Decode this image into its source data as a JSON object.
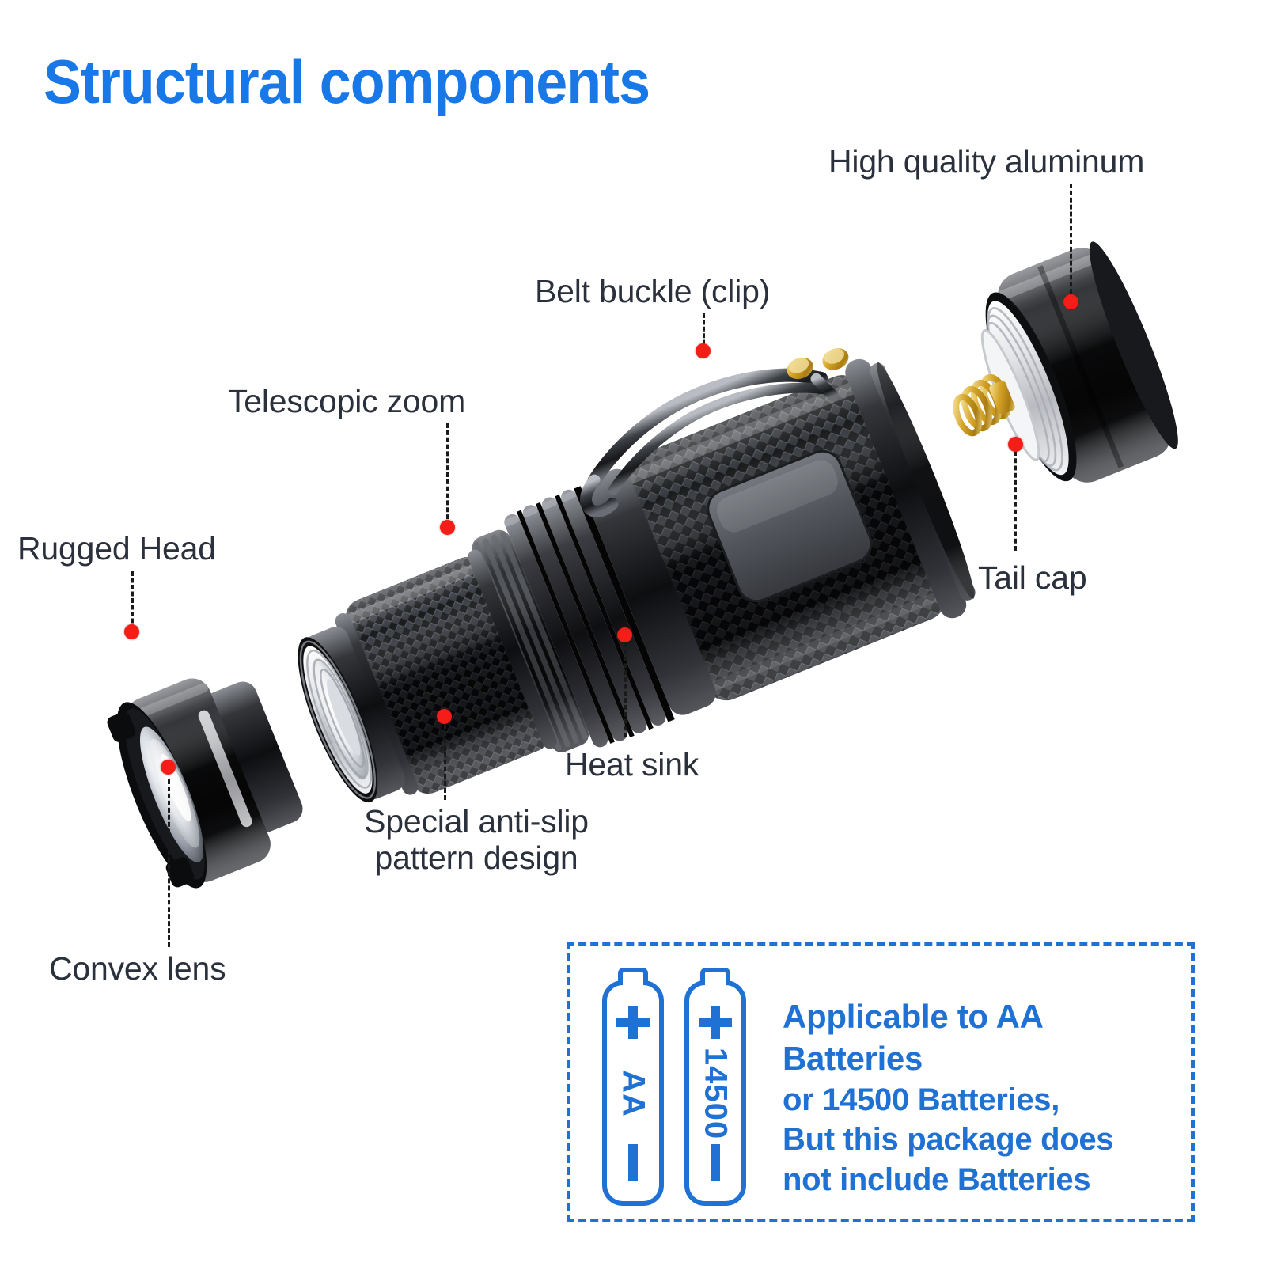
{
  "title": "Structural components",
  "colors": {
    "title_blue": "#1878e8",
    "box_blue": "#1f72d4",
    "marker_red": "#f41d18",
    "label_text": "#2b313c"
  },
  "callouts": [
    {
      "id": "rugged-head",
      "label": "Rugged Head"
    },
    {
      "id": "telescopic-zoom",
      "label": "Telescopic zoom"
    },
    {
      "id": "belt-buckle",
      "label": "Belt buckle (clip)"
    },
    {
      "id": "high-quality-aluminum",
      "label": "High quality aluminum"
    },
    {
      "id": "tail-cap",
      "label": "Tail cap"
    },
    {
      "id": "heat-sink",
      "label": "Heat sink"
    },
    {
      "id": "anti-slip",
      "label_line1": "Special anti-slip",
      "label_line2": "pattern design"
    },
    {
      "id": "convex-lens",
      "label": "Convex lens"
    }
  ],
  "battery_box": {
    "batteries": [
      {
        "name": "AA",
        "plus": "+",
        "minus": "–"
      },
      {
        "name": "14500",
        "plus": "+",
        "minus": "–"
      }
    ],
    "text_lines": [
      "Applicable to AA Batteries",
      "or 14500 Batteries,",
      "But this package does",
      "not include Batteries"
    ]
  }
}
